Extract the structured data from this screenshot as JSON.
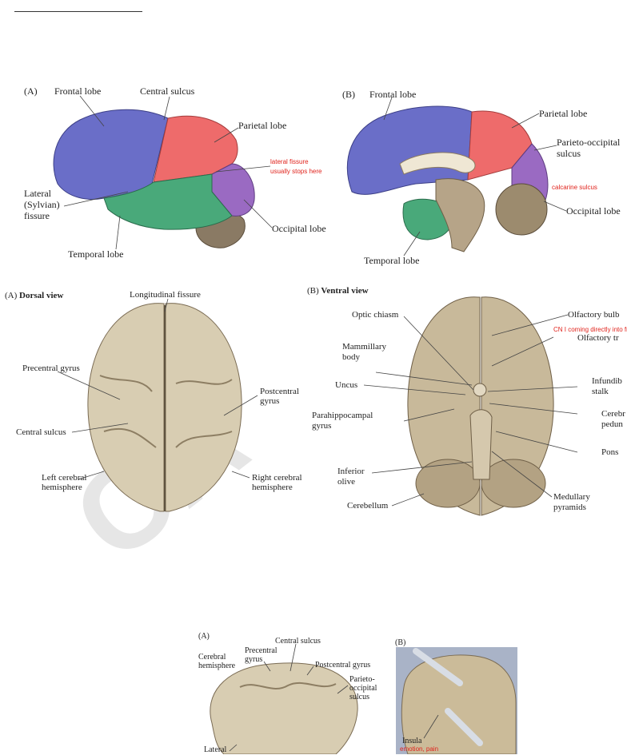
{
  "watermark": "CA",
  "fig1": {
    "a": {
      "panel": "(A)",
      "frontal": "Frontal lobe",
      "central_sulcus": "Central sulcus",
      "parietal": "Parietal lobe",
      "lateral_note_1": "lateral fissure",
      "lateral_note_2": "usually stops here",
      "lateral_1": "Lateral",
      "lateral_2": "(Sylvian)",
      "lateral_3": "fissure",
      "occipital": "Occipital lobe",
      "temporal": "Temporal lobe"
    },
    "b": {
      "panel": "(B)",
      "frontal": "Frontal lobe",
      "parietal": "Parietal lobe",
      "po_1": "Parieto-occipital",
      "po_2": "sulcus",
      "calcarine": "calcarine sulcus",
      "occipital": "Occipital lobe",
      "temporal": "Temporal lobe"
    }
  },
  "fig2": {
    "a": {
      "panel": "(A)",
      "view": "Dorsal view",
      "long": "Longitudinal fissure",
      "precentral": "Precentral gyrus",
      "post_1": "Postcentral",
      "post_2": "gyrus",
      "central": "Central sulcus",
      "left_1": "Left cerebral",
      "left_2": "hemisphere",
      "right_1": "Right cerebral",
      "right_2": "hemisphere"
    },
    "b": {
      "panel": "(B)",
      "view": "Ventral view",
      "optic": "Optic chiasm",
      "olf_bulb": "Olfactory bulb",
      "cn1_note": "CN I coming directly into front",
      "olf_tract": "Olfactory tr",
      "mam_1": "Mammillary",
      "mam_2": "body",
      "infund_1": "Infundib",
      "infund_2": "stalk",
      "uncus": "Uncus",
      "para_1": "Parahippocampal",
      "para_2": "gyrus",
      "ped_1": "Cerebr",
      "ped_2": "pedun",
      "pons": "Pons",
      "inf_1": "Inferior",
      "inf_2": "olive",
      "med_1": "Medullary",
      "med_2": "pyramids",
      "cerebellum": "Cerebellum"
    }
  },
  "fig3": {
    "a": {
      "panel": "(A)",
      "central": "Central sulcus",
      "pre_1": "Precentral",
      "pre_2": "gyrus",
      "hemi_1": "Cerebral",
      "hemi_2": "hemisphere",
      "post": "Postcentral gyrus",
      "po_1": "Parieto-",
      "po_2": "occipital",
      "po_3": "sulcus",
      "lateral": "Lateral"
    },
    "b": {
      "panel": "(B)",
      "insula": "Insula",
      "insula_note": "emotion, pain"
    }
  }
}
